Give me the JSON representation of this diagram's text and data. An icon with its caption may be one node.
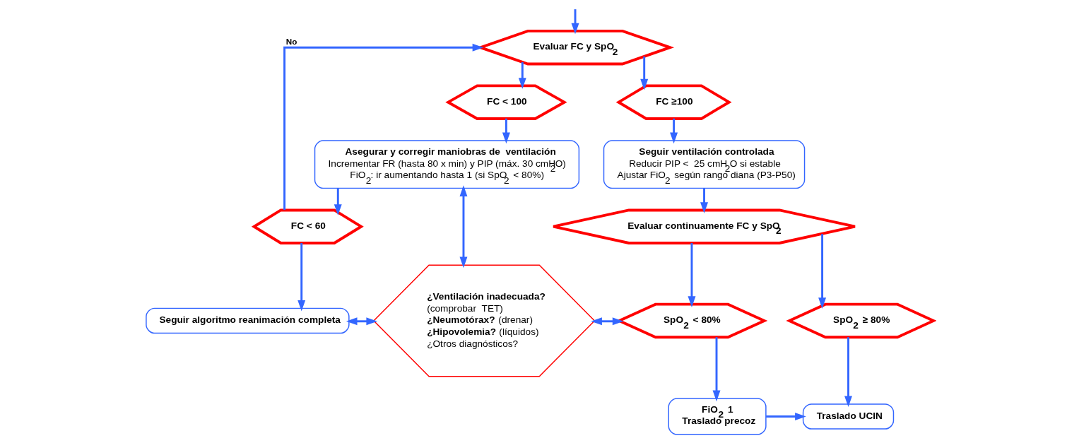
{
  "diagram": {
    "nodes": [
      {
        "text": [
          "Evaluar FC y SpO$_{2}$"
        ]
      },
      {
        "text": [
          "FC < 100"
        ]
      },
      {
        "text": [
          "FC ≥100"
        ]
      },
      {
        "text": [
          "Asegurar y corregir maniobras de  ventilación",
          "Incrementar FR (hasta 80 x min) y PIP (máx. 30 cmH$_{2}$O)",
          "FiO$_{2}$: ir aumentando hasta 1 (si SpO$_{2}$ < 80%)"
        ]
      },
      {
        "text": [
          "Seguir ventilación controlada",
          "Reducir PIP <  25 cmH$_{2}$O si estable",
          "Ajustar FiO$_{2}$ según rango diana (P3-P50)"
        ]
      },
      {
        "text": [
          "FC < 60"
        ]
      },
      {
        "text": [
          "Evaluar continuamente FC y SpO$_{2}$"
        ]
      },
      {
        "text": [
          "Seguir algoritmo reanimación completa"
        ]
      },
      {
        "text": [
          "¿Ventilación inadecuada?",
          "(comprobar  TET)",
          "**¿Neumotórax?** (drenar)",
          "**¿Hipovolemia?** (líquidos)",
          "¿Otros diagnósticos?"
        ]
      },
      {
        "text": [
          "SpO$_{2}$ < 80%"
        ]
      },
      {
        "text": [
          "SpO$_{2}$ ≥ 80%"
        ]
      },
      {
        "text": [
          "FiO$_{2}$ 1",
          "Traslado precoz"
        ]
      },
      {
        "text": [
          "Traslado UCIN"
        ]
      }
    ],
    "edges": [
      {
        "from": null,
        "to": 0,
        "arrow": "to"
      },
      {
        "from": 0,
        "to": 1,
        "arrow": "to"
      },
      {
        "from": 0,
        "to": 2,
        "arrow": "to"
      },
      {
        "from": 1,
        "to": 3,
        "arrow": "to"
      },
      {
        "from": 2,
        "to": 4,
        "arrow": "to"
      },
      {
        "from": 3,
        "to": 5,
        "arrow": "to"
      },
      {
        "from": 5,
        "to": 0,
        "arrow": "to",
        "label": "No"
      },
      {
        "from": 3,
        "to": 8,
        "arrow": "both"
      },
      {
        "from": 4,
        "to": 6,
        "arrow": "to"
      },
      {
        "from": 5,
        "to": 7,
        "arrow": "to"
      },
      {
        "from": 7,
        "to": 8,
        "arrow": "both"
      },
      {
        "from": 8,
        "to": 9,
        "arrow": "both"
      },
      {
        "from": 6,
        "to": 9,
        "arrow": "to"
      },
      {
        "from": 6,
        "to": 10,
        "arrow": "to"
      },
      {
        "from": 9,
        "to": 11,
        "arrow": "to"
      },
      {
        "from": 10,
        "to": 12,
        "arrow": "to"
      },
      {
        "from": 11,
        "to": 12,
        "arrow": "to"
      }
    ]
  }
}
